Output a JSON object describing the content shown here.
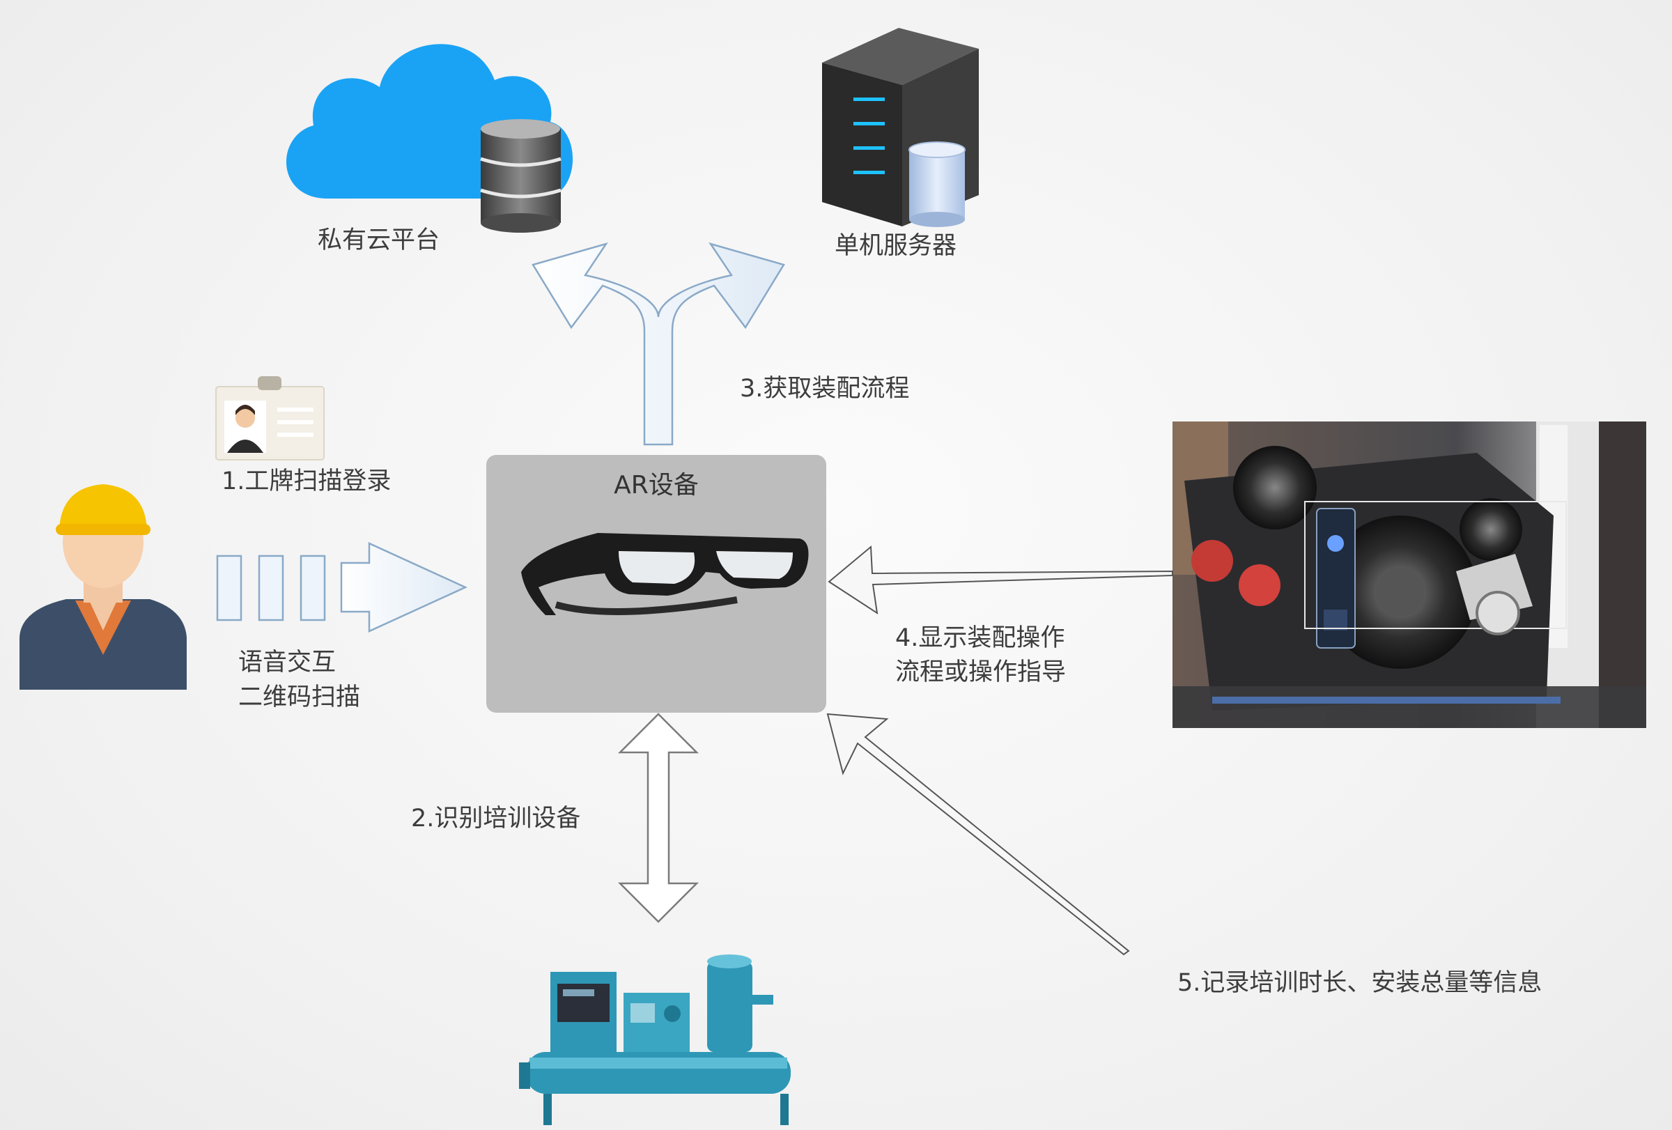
{
  "nodes": {
    "cloud": "私有云平台",
    "server": "单机服务器",
    "ar_device": "AR设备",
    "interaction": [
      "语音交互",
      "二维码扫描"
    ]
  },
  "steps": {
    "step1": "1.工牌扫描登录",
    "step2": "2.识别培训设备",
    "step3": "3.获取装配流程",
    "step4": [
      "4.显示装配操作",
      "流程或操作指导"
    ],
    "step5": "5.记录培训时长、安装总量等信息"
  },
  "colors": {
    "cloud": "#1aa3f5",
    "arrow_fill": "#eef4fb",
    "arrow_stroke": "#8aa9c8",
    "ar_box": "#bdbdbd",
    "helmet": "#f6c400",
    "machine": "#2e97b5"
  },
  "icons": [
    "cloud-icon",
    "database-icon",
    "server-icon",
    "badge-icon",
    "worker-icon",
    "ar-glasses-icon",
    "engine-photo",
    "machine-icon"
  ]
}
